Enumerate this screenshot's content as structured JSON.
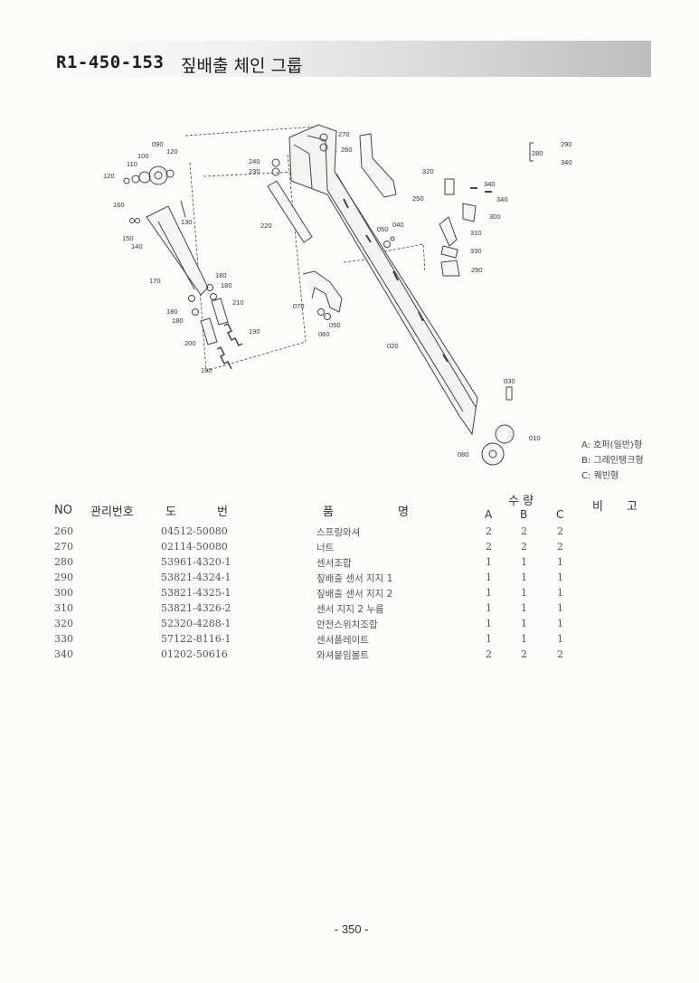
{
  "header": {
    "code": "R1-450-153",
    "title": "짚배출 체인 그룹"
  },
  "diagram": {
    "callouts": [
      "090",
      "100",
      "110",
      "120",
      "120",
      "160",
      "130",
      "150",
      "140",
      "170",
      "180",
      "180",
      "210",
      "180",
      "180",
      "200",
      "190",
      "190",
      "240",
      "230",
      "270",
      "260",
      "250",
      "220",
      "050",
      "040",
      "070",
      "050",
      "060",
      "020",
      "320",
      "340",
      "340",
      "300",
      "310",
      "330",
      "290",
      "280",
      "290",
      "340",
      "030",
      "010",
      "080"
    ]
  },
  "legend": [
    "A: 호퍼(일반)형",
    "B: 그레인탱크형",
    "C: 퀘빈형"
  ],
  "table": {
    "headers": {
      "no": "NO",
      "mgmt": "관리번호",
      "do": "도",
      "beon": "번",
      "pum": "품",
      "myeong": "명",
      "suryang": "수 량",
      "a": "A",
      "b": "B",
      "c": "C",
      "bi": "비",
      "go": "고"
    },
    "rows": [
      {
        "no": "260",
        "part_no": "04512-50080",
        "name": "스프링와셔",
        "a": "2",
        "b": "2",
        "c": "2"
      },
      {
        "no": "270",
        "part_no": "02114-50080",
        "name": "너트",
        "a": "2",
        "b": "2",
        "c": "2"
      },
      {
        "no": "280",
        "part_no": "53961-4320-1",
        "name": "센서조합",
        "a": "1",
        "b": "1",
        "c": "1"
      },
      {
        "no": "290",
        "part_no": "53821-4324-1",
        "name": "짚배출 센서 지지 1",
        "a": "1",
        "b": "1",
        "c": "1"
      },
      {
        "no": "300",
        "part_no": "53821-4325-1",
        "name": "짚배출 센서 지지 2",
        "a": "1",
        "b": "1",
        "c": "1"
      },
      {
        "no": "310",
        "part_no": "53821-4326-2",
        "name": "센서 지지 2 누름",
        "a": "1",
        "b": "1",
        "c": "1"
      },
      {
        "no": "320",
        "part_no": "52320-4288-1",
        "name": "안전스위치조합",
        "a": "1",
        "b": "1",
        "c": "1"
      },
      {
        "no": "330",
        "part_no": "57122-8116-1",
        "name": "센서플레이트",
        "a": "1",
        "b": "1",
        "c": "1"
      },
      {
        "no": "340",
        "part_no": "01202-50616",
        "name": "와셔붙임볼트",
        "a": "2",
        "b": "2",
        "c": "2"
      }
    ]
  },
  "page_number": "- 350 -"
}
